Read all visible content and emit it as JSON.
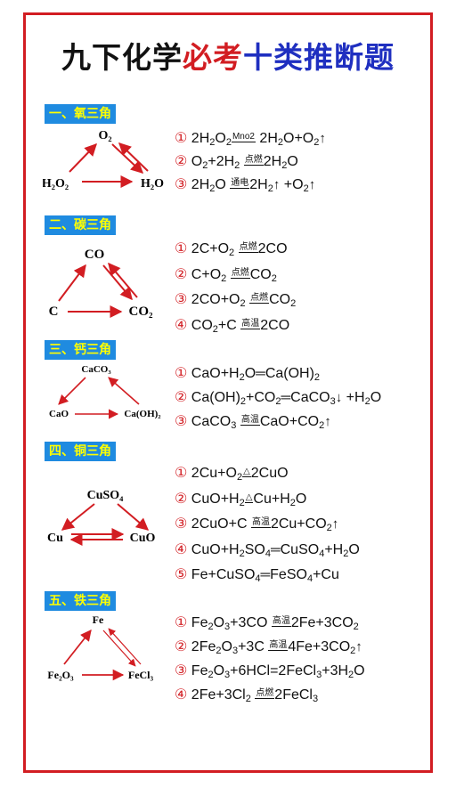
{
  "title": {
    "part1": "九下化学",
    "part2": "必考",
    "part3": "十类推断题"
  },
  "sections": [
    {
      "heading": "一、氧三角",
      "labels": {
        "top": "O₂",
        "left": "H₂O₂",
        "right": "H₂O"
      },
      "equations": [
        {
          "num": "①",
          "parts": [
            [
              "t",
              "2H"
            ],
            [
              "s",
              "2"
            ],
            [
              "t",
              "O"
            ],
            [
              "s",
              "2"
            ],
            [
              "c",
              "Mno2"
            ],
            [
              "t",
              "  2H"
            ],
            [
              "s",
              "2"
            ],
            [
              "t",
              "O+O"
            ],
            [
              "s",
              "2"
            ],
            [
              "a",
              "↑"
            ]
          ]
        },
        {
          "num": "②",
          "parts": [
            [
              "t",
              "O"
            ],
            [
              "s",
              "2"
            ],
            [
              "t",
              "+2H"
            ],
            [
              "s",
              "2"
            ],
            [
              "t",
              " "
            ],
            [
              "c",
              "点燃"
            ],
            [
              "t",
              "2H"
            ],
            [
              "s",
              "2"
            ],
            [
              "t",
              "O"
            ]
          ]
        },
        {
          "num": "③",
          "parts": [
            [
              "t",
              "2H"
            ],
            [
              "s",
              "2"
            ],
            [
              "t",
              "O "
            ],
            [
              "c",
              "通电"
            ],
            [
              "t",
              "2H"
            ],
            [
              "s",
              "2"
            ],
            [
              "a",
              "↑"
            ],
            [
              "t",
              " +O"
            ],
            [
              "s",
              "2"
            ],
            [
              "a",
              "↑"
            ]
          ]
        }
      ]
    },
    {
      "heading": "二、碳三角",
      "labels": {
        "top": "CO",
        "left": "C",
        "right": "CO₂"
      },
      "equations": [
        {
          "num": "①",
          "parts": [
            [
              "t",
              "2C+O"
            ],
            [
              "s",
              "2"
            ],
            [
              "t",
              " "
            ],
            [
              "c",
              "点燃"
            ],
            [
              "t",
              "2CO"
            ]
          ]
        },
        {
          "num": "②",
          "parts": [
            [
              "t",
              "C+O"
            ],
            [
              "s",
              "2"
            ],
            [
              "t",
              " "
            ],
            [
              "c",
              "点燃"
            ],
            [
              "t",
              "CO"
            ],
            [
              "s",
              "2"
            ]
          ]
        },
        {
          "num": "③",
          "parts": [
            [
              "t",
              "2CO+O"
            ],
            [
              "s",
              "2"
            ],
            [
              "t",
              " "
            ],
            [
              "c",
              "点燃"
            ],
            [
              "t",
              "CO"
            ],
            [
              "s",
              "2"
            ]
          ]
        },
        {
          "num": "④",
          "parts": [
            [
              "t",
              "CO"
            ],
            [
              "s",
              "2"
            ],
            [
              "t",
              "+C "
            ],
            [
              "c",
              "高温"
            ],
            [
              "t",
              "2CO"
            ]
          ]
        }
      ]
    },
    {
      "heading": "三、钙三角",
      "labels": {
        "top": "CaCO₃",
        "left": "CaO",
        "right": "Ca(OH)₂"
      },
      "equations": [
        {
          "num": "①",
          "parts": [
            [
              "t",
              "CaO+H"
            ],
            [
              "s",
              "2"
            ],
            [
              "t",
              "O"
            ],
            [
              "e",
              "═"
            ],
            [
              "t",
              "Ca(OH)"
            ],
            [
              "s",
              "2"
            ]
          ]
        },
        {
          "num": "②",
          "parts": [
            [
              "t",
              "Ca(OH)"
            ],
            [
              "s",
              "2"
            ],
            [
              "t",
              "+CO"
            ],
            [
              "s",
              "2"
            ],
            [
              "e",
              "═"
            ],
            [
              "t",
              "CaCO"
            ],
            [
              "s",
              "3"
            ],
            [
              "a",
              "↓"
            ],
            [
              "t",
              " +H"
            ],
            [
              "s",
              "2"
            ],
            [
              "t",
              "O"
            ]
          ]
        },
        {
          "num": "③",
          "parts": [
            [
              "t",
              "CaCO"
            ],
            [
              "s",
              "3"
            ],
            [
              "t",
              " "
            ],
            [
              "c",
              "高温"
            ],
            [
              "t",
              "CaO+CO"
            ],
            [
              "s",
              "2"
            ],
            [
              "a",
              "↑"
            ]
          ]
        }
      ]
    },
    {
      "heading": "四、铜三角",
      "labels": {
        "top": "CuSO₄",
        "left": "Cu",
        "right": "CuO"
      },
      "equations": [
        {
          "num": "①",
          "parts": [
            [
              "t",
              "2Cu+O"
            ],
            [
              "s",
              "2"
            ],
            [
              "c",
              "△"
            ],
            [
              "t",
              "2CuO"
            ]
          ]
        },
        {
          "num": "②",
          "parts": [
            [
              "t",
              "CuO+H"
            ],
            [
              "s",
              "2"
            ],
            [
              "c",
              "△"
            ],
            [
              "t",
              "Cu+H"
            ],
            [
              "s",
              "2"
            ],
            [
              "t",
              "O"
            ]
          ]
        },
        {
          "num": "③",
          "parts": [
            [
              "t",
              "2CuO+C "
            ],
            [
              "c",
              "高温"
            ],
            [
              "t",
              "2Cu+CO"
            ],
            [
              "s",
              "2"
            ],
            [
              "a",
              "↑"
            ]
          ]
        },
        {
          "num": "④",
          "parts": [
            [
              "t",
              "CuO+H"
            ],
            [
              "s",
              "2"
            ],
            [
              "t",
              "SO"
            ],
            [
              "s",
              "4"
            ],
            [
              "e",
              "═"
            ],
            [
              "t",
              "CuSO"
            ],
            [
              "s",
              "4"
            ],
            [
              "t",
              "+H"
            ],
            [
              "s",
              "2"
            ],
            [
              "t",
              "O"
            ]
          ]
        },
        {
          "num": "⑤",
          "parts": [
            [
              "t",
              "Fe+CuSO"
            ],
            [
              "s",
              "4"
            ],
            [
              "e",
              "═"
            ],
            [
              "t",
              "FeSO"
            ],
            [
              "s",
              "4"
            ],
            [
              "t",
              "+Cu"
            ]
          ]
        }
      ]
    },
    {
      "heading": "五、铁三角",
      "labels": {
        "top": "Fe",
        "left": "Fe₂O₃",
        "right": "FeCl₃"
      },
      "equations": [
        {
          "num": "①",
          "parts": [
            [
              "t",
              "Fe"
            ],
            [
              "s",
              "2"
            ],
            [
              "t",
              "O"
            ],
            [
              "s",
              "3"
            ],
            [
              "t",
              "+3CO "
            ],
            [
              "c",
              "高温"
            ],
            [
              "t",
              "2Fe+3CO"
            ],
            [
              "s",
              "2"
            ]
          ]
        },
        {
          "num": "②",
          "parts": [
            [
              "t",
              "2Fe"
            ],
            [
              "s",
              "2"
            ],
            [
              "t",
              "O"
            ],
            [
              "s",
              "3"
            ],
            [
              "t",
              "+3C "
            ],
            [
              "c",
              "高温"
            ],
            [
              "t",
              "4Fe+3CO"
            ],
            [
              "s",
              "2"
            ],
            [
              "a",
              "↑"
            ]
          ]
        },
        {
          "num": "③",
          "parts": [
            [
              "t",
              " Fe"
            ],
            [
              "s",
              "2"
            ],
            [
              "t",
              "O"
            ],
            [
              "s",
              "3"
            ],
            [
              "t",
              "+6HCl=2FeCl"
            ],
            [
              "s",
              "3"
            ],
            [
              "t",
              "+3H"
            ],
            [
              "s",
              "2"
            ],
            [
              "t",
              "O"
            ]
          ]
        },
        {
          "num": "④",
          "parts": [
            [
              "t",
              "2Fe+3Cl"
            ],
            [
              "s",
              "2"
            ],
            [
              "t",
              " "
            ],
            [
              "c",
              "点燃"
            ],
            [
              "t",
              "2FeCl"
            ],
            [
              "s",
              "3"
            ]
          ]
        }
      ]
    }
  ],
  "colors": {
    "red": "#d21d22",
    "blue": "#1f2fc0",
    "badge": "#1f8be0",
    "badge_text": "#ffff00"
  }
}
